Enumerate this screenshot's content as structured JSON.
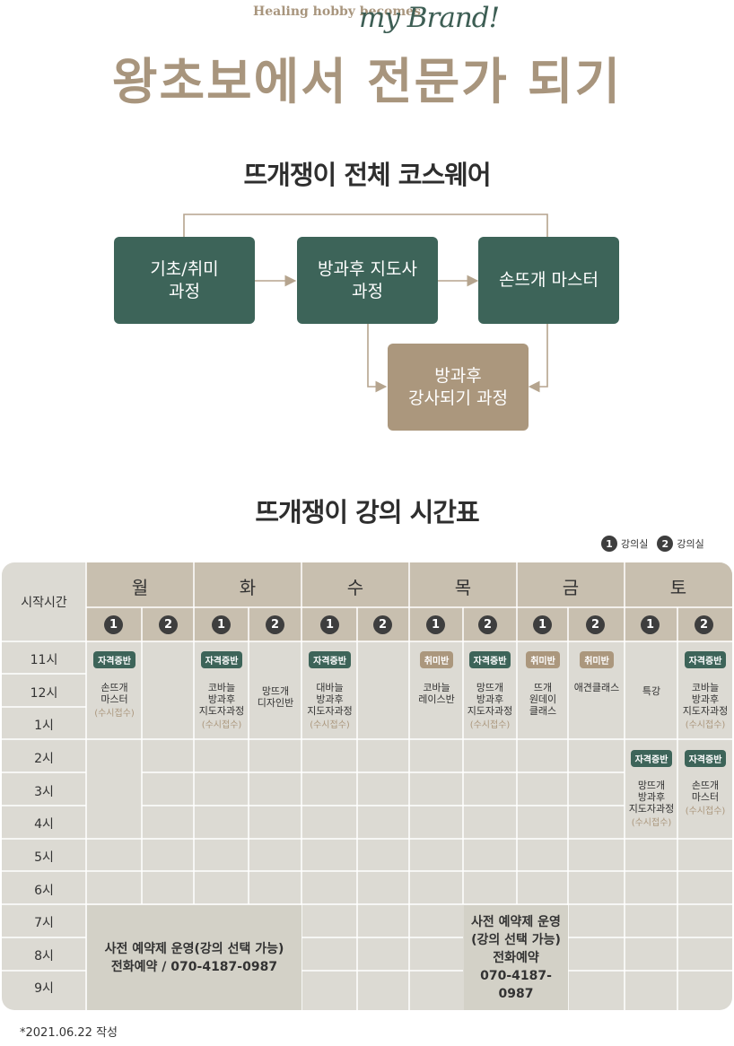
{
  "header": {
    "tagline": "Healing hobby becomes",
    "brand": "my Brand!",
    "title": "왕초보에서 전문가 되기"
  },
  "flow": {
    "title": "뜨개쟁이 전체 코스웨어",
    "boxes": {
      "basic": "기초/취미\n과정",
      "afterschool": "방과후 지도사\n과정",
      "master": "손뜨개 마스터",
      "instructor": "방과후\n강사되기 과정"
    },
    "colors": {
      "green": "#3d6459",
      "tan": "#ab977d",
      "line": "#b5a48e"
    }
  },
  "timetable": {
    "title": "뜨개쟁이 강의 시간표",
    "legend": {
      "room1_num": "1",
      "room1_label": "강의실",
      "room2_num": "2",
      "room2_label": "강의실"
    },
    "start_time_label": "시작시간",
    "days": [
      "월",
      "화",
      "수",
      "목",
      "금",
      "토"
    ],
    "room_numbers": [
      "1",
      "2"
    ],
    "times": [
      "11시",
      "12시",
      "1시",
      "2시",
      "3시",
      "4시",
      "5시",
      "6시",
      "7시",
      "8시",
      "9시"
    ],
    "classes": {
      "mon1": {
        "badge": "자격증반",
        "text": "손뜨개\n마스터",
        "sub": "(수시접수)"
      },
      "tue1": {
        "badge": "자격증반",
        "text": "코바늘\n방과후\n지도자과정",
        "sub": "(수시접수)"
      },
      "tue2": {
        "text": "망뜨개\n디자인반"
      },
      "wed1": {
        "badge": "자격증반",
        "text": "대바늘\n방과후\n지도자과정",
        "sub": "(수시접수)"
      },
      "thu1": {
        "badge": "취미반",
        "text": "코바늘\n레이스반"
      },
      "thu2": {
        "badge": "자격증반",
        "text": "망뜨개\n방과후\n지도자과정",
        "sub": "(수시접수)"
      },
      "fri1": {
        "badge": "취미반",
        "text": "뜨개\n원데이\n클래스"
      },
      "fri2": {
        "badge": "취미반",
        "text": "애견클래스"
      },
      "sat1_am": {
        "text": "특강"
      },
      "sat2_am": {
        "badge": "자격증반",
        "text": "코바늘\n방과후\n지도자과정",
        "sub": "(수시접수)"
      },
      "sat1_pm": {
        "badge": "자격증반",
        "text": "망뜨개\n방과후\n지도자과정",
        "sub": "(수시접수)"
      },
      "sat2_pm": {
        "badge": "자격증반",
        "text": "손뜨개\n마스터",
        "sub": "(수시접수)"
      }
    },
    "evening_note_left": "사전 예약제 운영(강의 선택 가능)\n전화예약 / 070-4187-0987",
    "evening_note_right": "사전 예약제 운영\n(강의 선택 가능)\n전화예약\n070-4187-0987",
    "colors": {
      "header": "#c8bfaf",
      "body": "#dcdad3",
      "note": "#d3d1c7",
      "divider": "#ffffff"
    }
  },
  "footnote": "*2021.06.22 작성"
}
